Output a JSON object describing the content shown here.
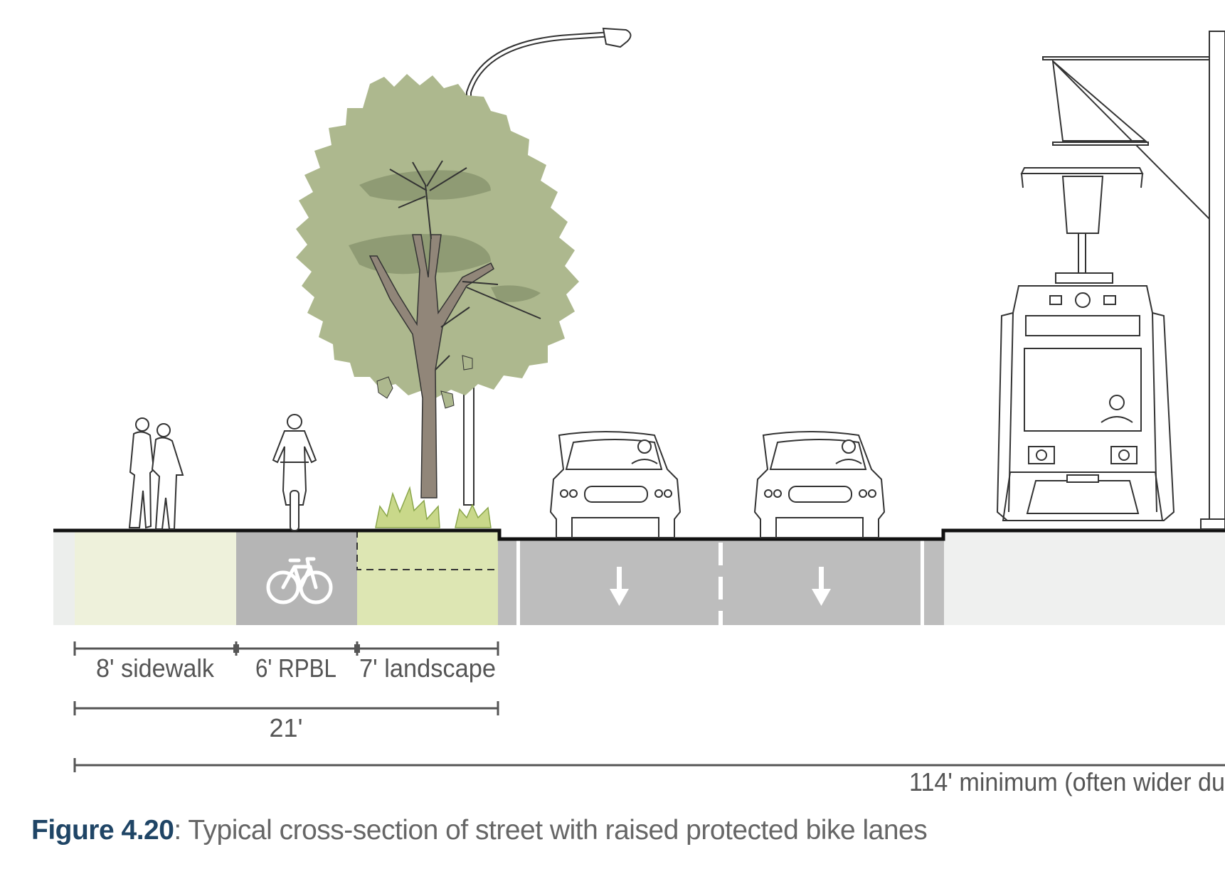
{
  "dimensions": {
    "sidewalk": "8' sidewalk",
    "rpbl": "6' RPBL",
    "landscape": "7' landscape",
    "subtotal": "21'",
    "total": "114' minimum (often wider du"
  },
  "caption": {
    "figure_number": "Figure 4.20",
    "text": ": Typical cross-section of street with raised protected bike lanes"
  },
  "colors": {
    "sidewalk_fill": "#eef1db",
    "bike_lane_fill": "#b5b5b5",
    "landscape_fill": "#dde6b3",
    "roadway_fill": "#bdbdbd",
    "median_fill": "#eff0ef",
    "tree_canopy": "#adb88e",
    "tree_trunk": "#918679",
    "caption_accent": "#1f4566"
  },
  "icons": [
    "pedestrians-icon",
    "cyclist-icon",
    "tree-icon",
    "streetlight-icon",
    "car-icon",
    "streetcar-icon",
    "bicycle-symbol-icon",
    "down-arrow-icon"
  ]
}
